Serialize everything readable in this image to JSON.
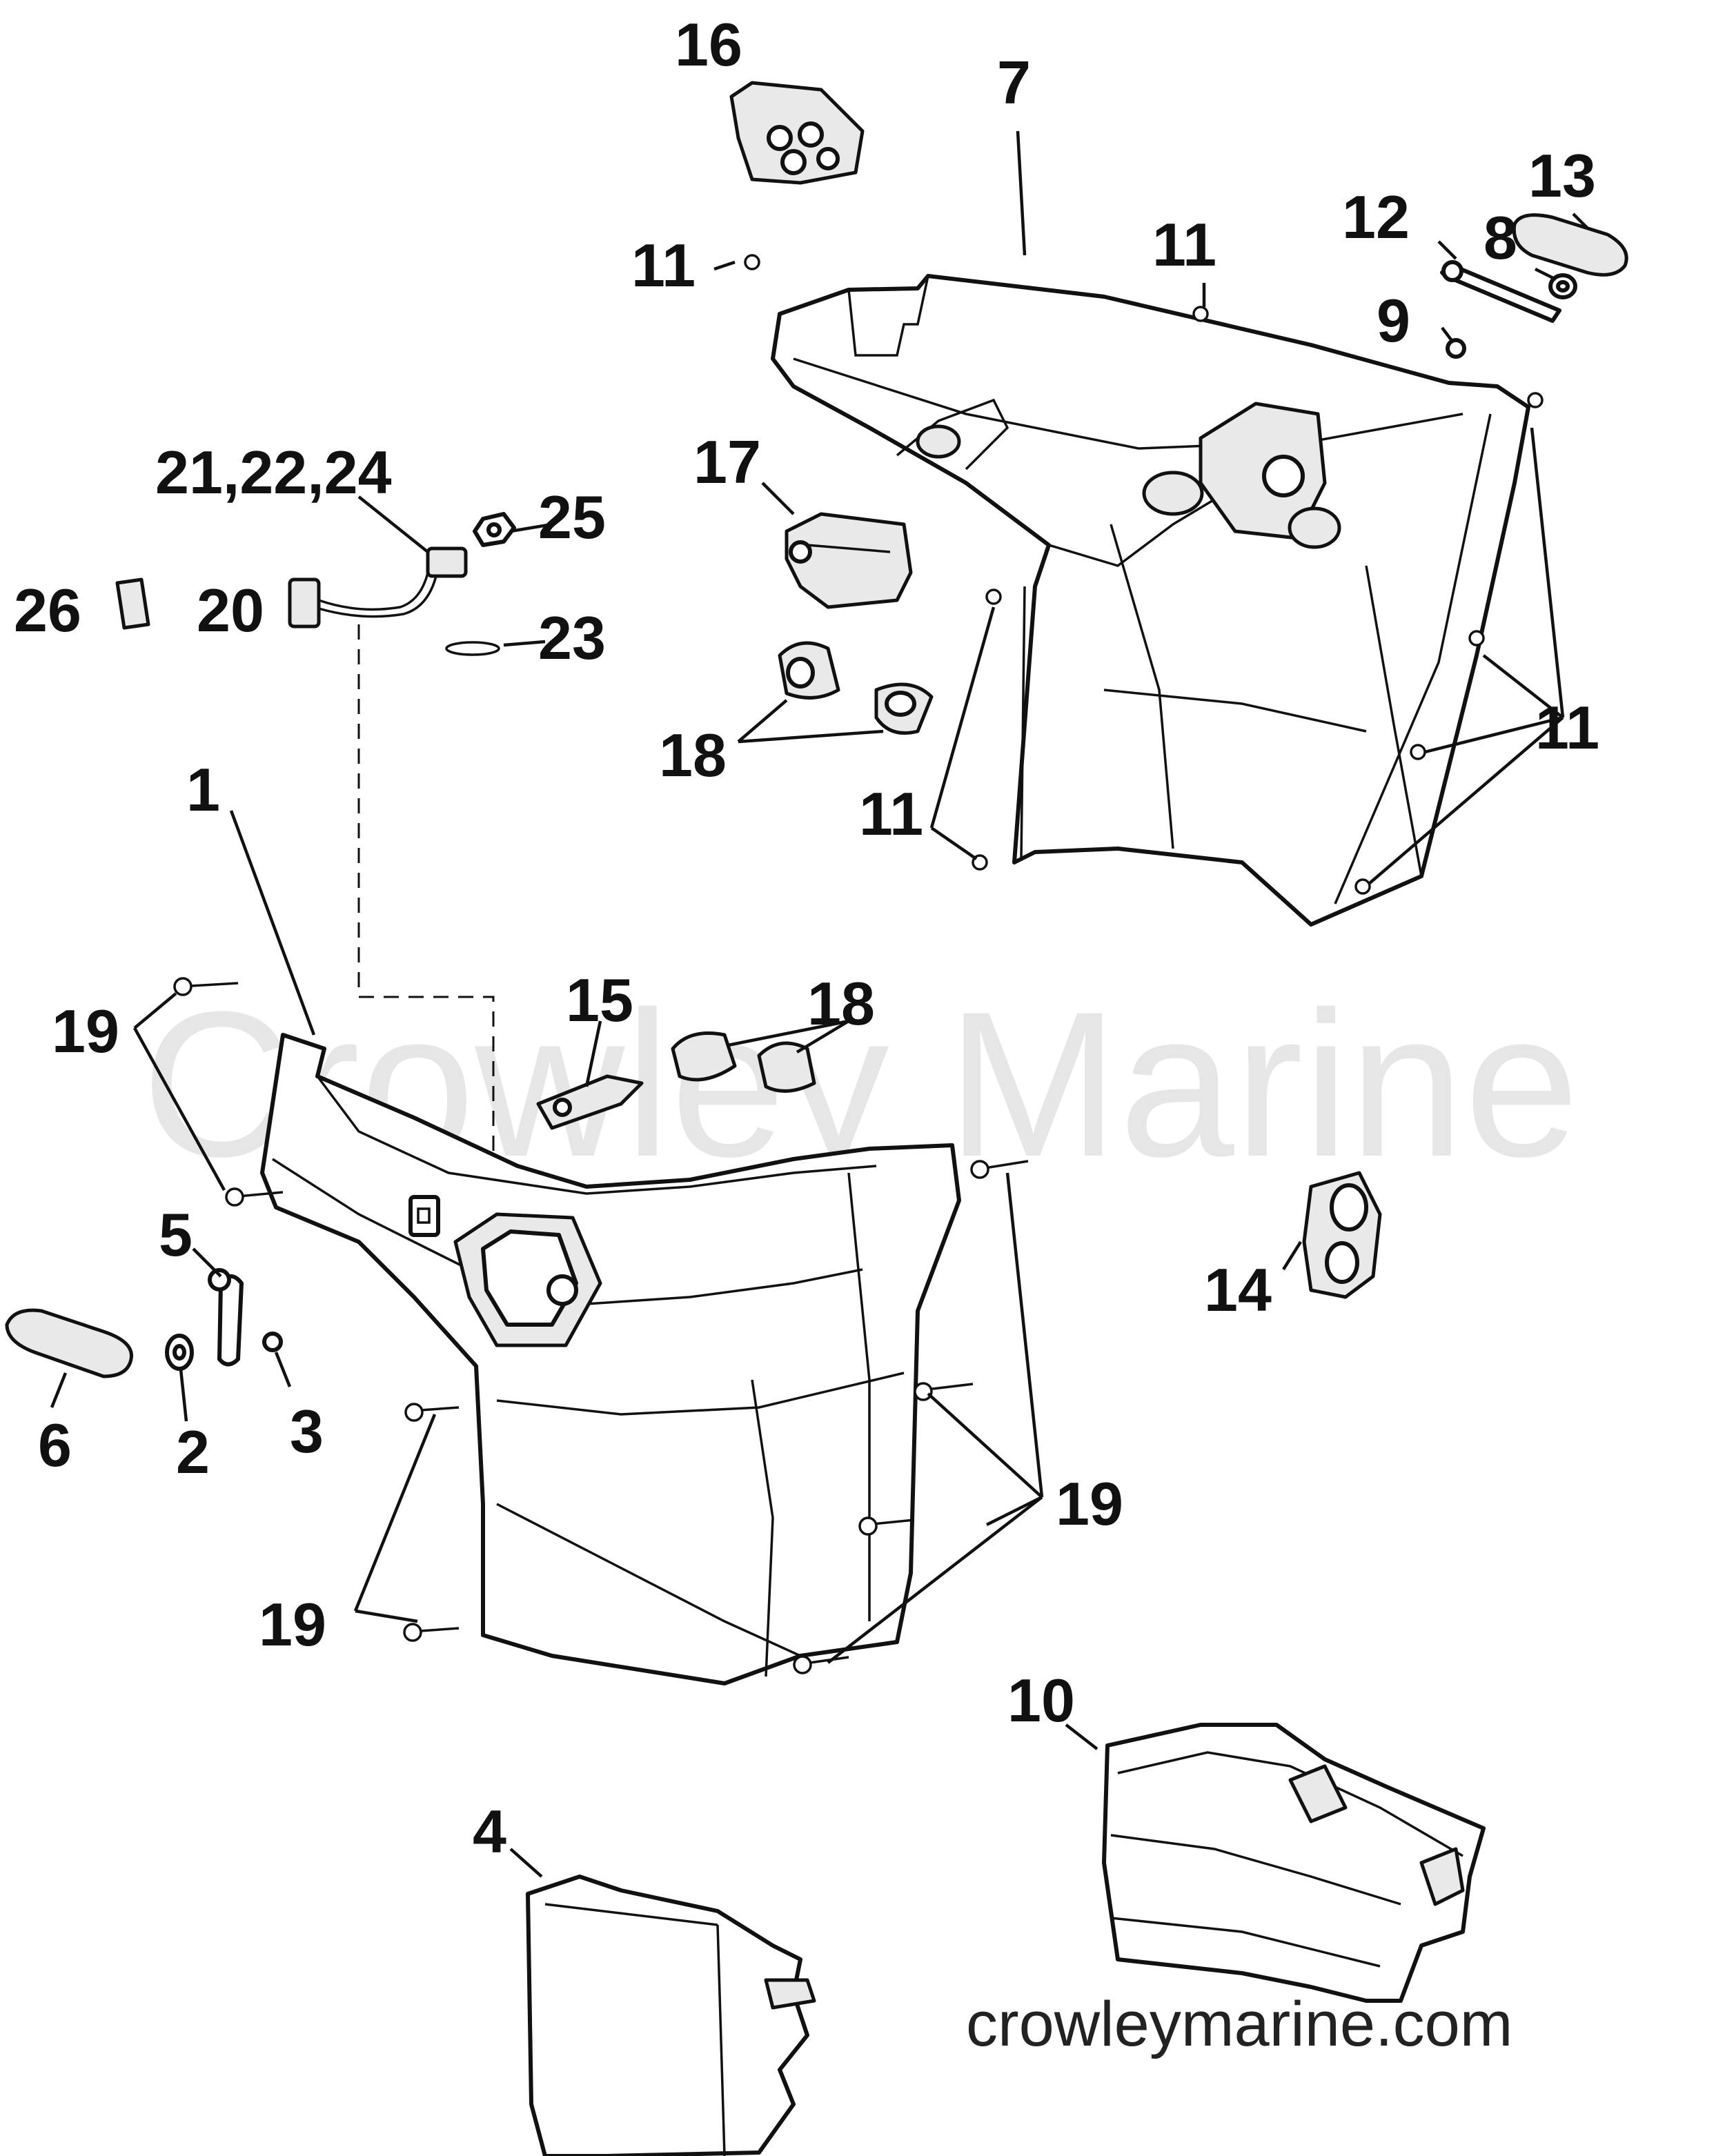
{
  "watermark": "Crowley Marine",
  "website": "crowleymarine.com",
  "callouts": {
    "c1": "1",
    "c2": "2",
    "c3": "3",
    "c4": "4",
    "c5": "5",
    "c6": "6",
    "c7": "7",
    "c8": "8",
    "c9": "9",
    "c10": "10",
    "c11a": "11",
    "c11b": "11",
    "c11c": "11",
    "c11d": "11",
    "c12": "12",
    "c13": "13",
    "c14": "14",
    "c15": "15",
    "c16": "16",
    "c17": "17",
    "c18a": "18",
    "c18b": "18",
    "c19a": "19",
    "c19b": "19",
    "c19c": "19",
    "c20": "20",
    "c2124": "21,22,24",
    "c23": "23",
    "c25": "25",
    "c26": "26"
  }
}
